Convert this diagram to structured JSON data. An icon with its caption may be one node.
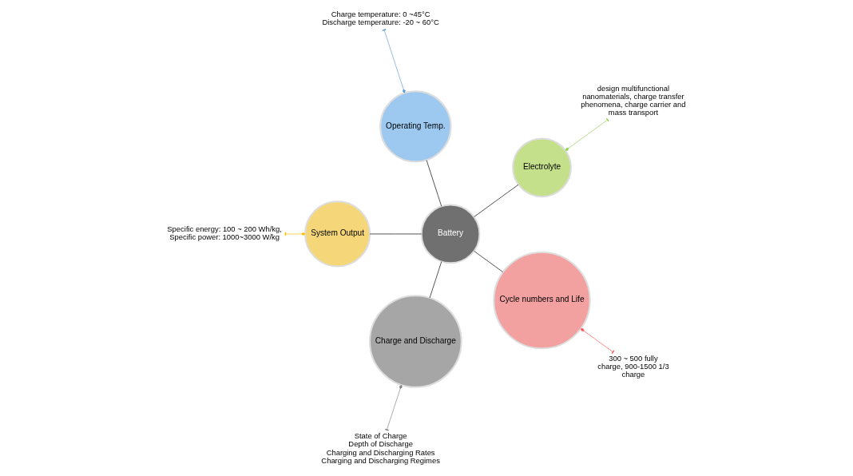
{
  "diagram": {
    "nodes": [
      {
        "text": [
          "Battery"
        ]
      },
      {
        "text": [
          "Electrolyte"
        ]
      },
      {
        "text": [
          "Operating Temp."
        ]
      },
      {
        "text": [
          "System Output"
        ]
      },
      {
        "text": [
          "Charge and Discharge"
        ]
      },
      {
        "text": [
          "Cycle numbers and Life"
        ]
      },
      {
        "text": [
          "design multifunctional nanomaterials, charge transfer phenomena, charge carrier and mass transport"
        ]
      },
      {
        "text": [
          "Charge temperature: 0 ~45°C",
          "Discharge temperature: -20 ~ 60°C"
        ]
      },
      {
        "text": [
          "Specific energy: 100 ~ 200 Wh/kg,",
          "Specific power: 1000~3000 W/kg"
        ]
      },
      {
        "text": [
          "State of Charge",
          "Depth of Discharge",
          "Charging and Discharging Rates",
          "Charging and Discharging Regimes"
        ]
      },
      {
        "text": [
          "300 ~ 500 fully charge, 900-1500 1/3 charge"
        ]
      }
    ],
    "edges": [
      {
        "from": 1,
        "to": 0,
        "arrow": "none"
      },
      {
        "from": 2,
        "to": 0,
        "arrow": "none"
      },
      {
        "from": 3,
        "to": 0,
        "arrow": "none"
      },
      {
        "from": 4,
        "to": 0,
        "arrow": "none"
      },
      {
        "from": 5,
        "to": 0,
        "arrow": "none"
      },
      {
        "from": 6,
        "to": 1,
        "arrow": "other",
        "color": "#92d050"
      },
      {
        "from": 7,
        "to": 2,
        "arrow": "other",
        "color": "#5b9bd5"
      },
      {
        "from": 8,
        "to": 3,
        "arrow": "other",
        "color": "#ffc000"
      },
      {
        "from": 9,
        "to": 4,
        "arrow": "other",
        "color": "#808080"
      },
      {
        "from": 10,
        "to": 5,
        "arrow": "other",
        "color": "#ff5050"
      }
    ]
  }
}
